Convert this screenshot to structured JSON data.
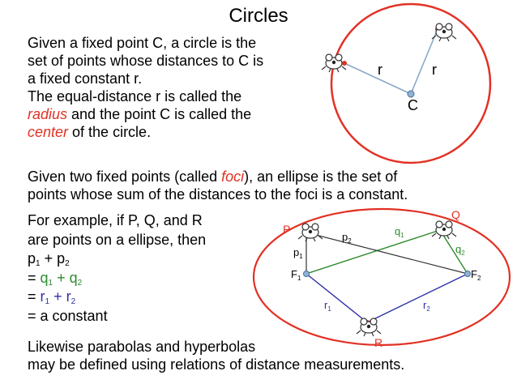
{
  "title": "Circles",
  "circle_text": {
    "line1": "Given a fixed point C, a circle is the",
    "line2": "set of points whose distances to C is",
    "line3": "a fixed constant r.",
    "line4": "The equal-distance r is called the",
    "radius_word": "radius",
    "line5_rest": " and the point C is called the",
    "center_word": "center",
    "line6_rest": " of the circle."
  },
  "ellipse_text": {
    "line1_a": "Given two fixed points (called ",
    "foci_word": "foci",
    "line1_b": "), an ellipse is the set of",
    "line2": "points whose sum of the distances to the foci is a constant."
  },
  "example": {
    "line1": "For example, if P, Q, and R",
    "line2": "are points on a ellipse, then",
    "p": "p",
    "q": "q",
    "r": "r",
    "sub1": "1",
    "sub2": "2",
    "plus": " + ",
    "eq": "= ",
    "constant": "= a constant"
  },
  "closing": {
    "line1": "Likewise parabolas and hyperbolas",
    "line2": "may be defined using relations of distance measurements."
  },
  "circle_diagram": {
    "r_label": "r",
    "c_label": "C"
  },
  "ellipse_diagram": {
    "P": "P",
    "Q": "Q",
    "R": "R",
    "p": "p",
    "q": "q",
    "r": "r",
    "F": "F",
    "sub1": "1",
    "sub2": "2"
  },
  "colors": {
    "red": "#e23124",
    "green": "#2e8b2e",
    "blue": "#2f2fa8",
    "point_fill": "#8fb3d6"
  }
}
